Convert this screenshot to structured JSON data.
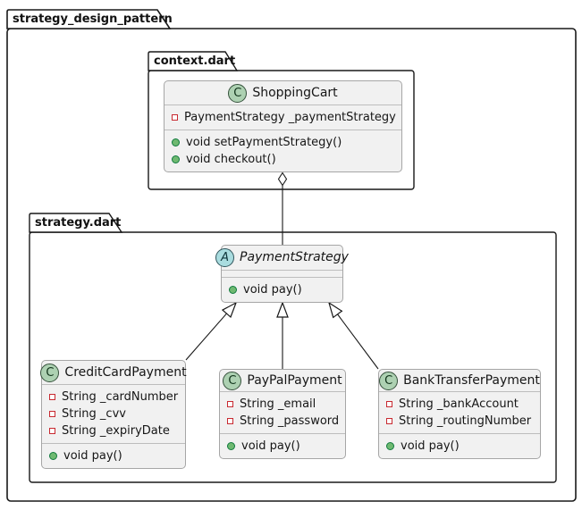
{
  "diagram_title": "strategy_design_pattern",
  "packages": [
    {
      "label": "strategy_design_pattern",
      "kind": "outer"
    },
    {
      "label": "context.dart",
      "kind": "folder"
    },
    {
      "label": "strategy.dart",
      "kind": "folder"
    }
  ],
  "classes": [
    {
      "stereotype": "C",
      "name": "ShoppingCart",
      "package": "context.dart",
      "fields": [
        "PaymentStrategy _paymentStrategy"
      ],
      "methods": [
        "void setPaymentStrategy()",
        "void checkout()"
      ]
    },
    {
      "stereotype": "A",
      "name": "PaymentStrategy",
      "package": "strategy.dart",
      "abstract": true,
      "fields": [],
      "methods": [
        "void pay()"
      ]
    },
    {
      "stereotype": "C",
      "name": "CreditCardPayment",
      "package": "strategy.dart",
      "fields": [
        "String _cardNumber",
        "String _cvv",
        "String _expiryDate"
      ],
      "methods": [
        "void pay()"
      ]
    },
    {
      "stereotype": "C",
      "name": "PayPalPayment",
      "package": "strategy.dart",
      "fields": [
        "String _email",
        "String _password"
      ],
      "methods": [
        "void pay()"
      ]
    },
    {
      "stereotype": "C",
      "name": "BankTransferPayment",
      "package": "strategy.dart",
      "fields": [
        "String _bankAccount",
        "String _routingNumber"
      ],
      "methods": [
        "void pay()"
      ]
    }
  ],
  "relationships": [
    {
      "type": "aggregation",
      "from": "ShoppingCart",
      "to": "PaymentStrategy"
    },
    {
      "type": "inheritance",
      "from": "CreditCardPayment",
      "to": "PaymentStrategy"
    },
    {
      "type": "inheritance",
      "from": "PayPalPayment",
      "to": "PaymentStrategy"
    },
    {
      "type": "inheritance",
      "from": "BankTransferPayment",
      "to": "PaymentStrategy"
    }
  ],
  "colors": {
    "class_spot_fill": "#ADD1B2",
    "abstract_spot_fill": "#A9DCDF",
    "field_icon": "#C82930",
    "method_icon_fill": "#6FB971",
    "method_icon_border": "#0f7a3d",
    "box_fill": "#F1F1F1",
    "box_border": "#A6A6A6",
    "package_border": "#181818"
  }
}
